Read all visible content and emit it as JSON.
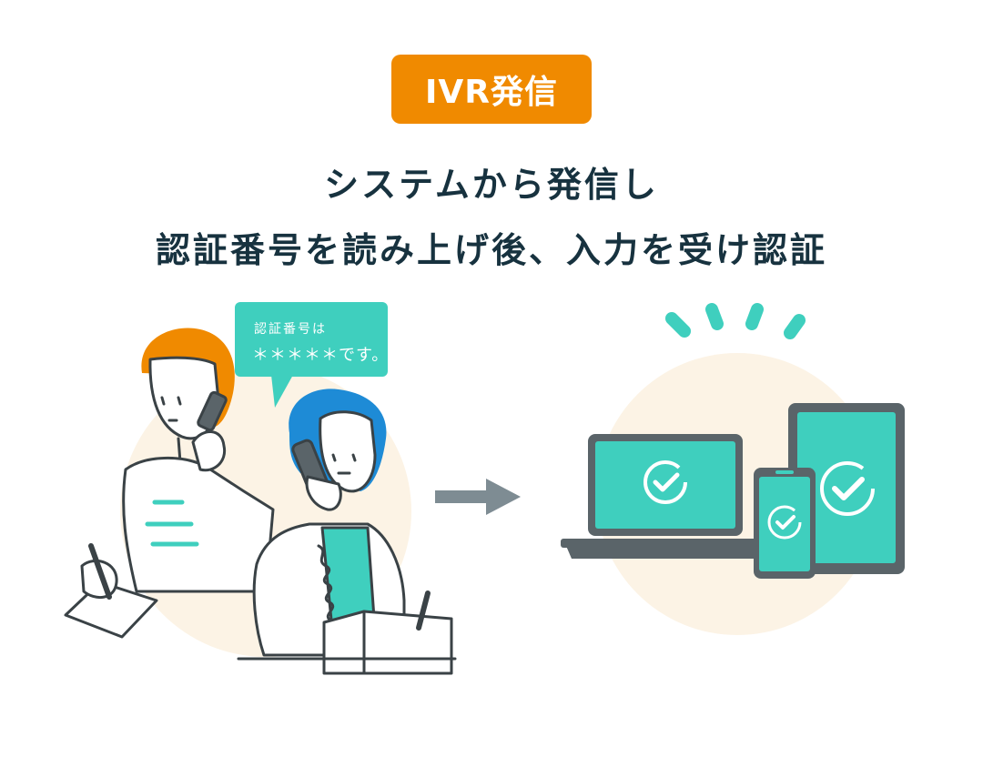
{
  "badge": {
    "label": "IVR発信"
  },
  "heading": {
    "line1": "システムから発信し",
    "line2": "認証番号を読み上げ後、入力を受け認証"
  },
  "speech_bubble": {
    "line1": "認証番号は",
    "line2": "＊＊＊＊＊です。"
  },
  "colors": {
    "badge": "#F08A00",
    "heading_text": "#17323F",
    "teal": "#3FCFBE",
    "device_frame": "#5A6469",
    "arrow": "#7E8C93",
    "backdrop": "#FCF3E5",
    "hair_orange": "#F08A00",
    "hair_blue": "#1E8BD6"
  },
  "icons": [
    "phone-handset-icon",
    "arrow-right-icon",
    "checkmark-icon",
    "laptop-icon",
    "smartphone-icon",
    "tablet-icon"
  ]
}
